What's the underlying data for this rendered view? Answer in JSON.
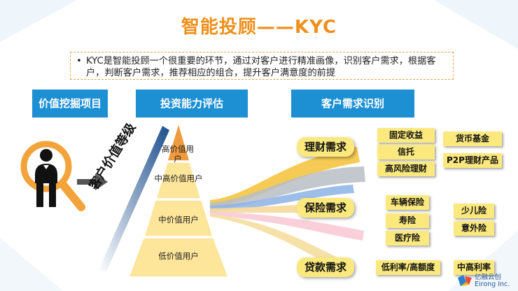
{
  "title": "智能投顾——KYC",
  "description": {
    "bullet": "•",
    "text": "KYC是智能投顾一个很重要的环节，通过对客户进行精准画像，识别客户需求，根据客户，判断客户需求，推荐相应的组合，提升客户满意度的前提"
  },
  "headers": [
    "价值挖掘项目",
    "投资能力评估",
    "客户需求识别"
  ],
  "pyramid": {
    "axis_label": "客户价值等级",
    "levels": [
      "高价值用户",
      "中高价值用户",
      "中价值用户",
      "低价值用户"
    ]
  },
  "needs": [
    {
      "category": "理财需求",
      "products": [
        "固定收益",
        "货币基金",
        "信托",
        "P2P理财产品",
        "高风险理财"
      ]
    },
    {
      "category": "保险需求",
      "products": [
        "车辆保险",
        "少儿险",
        "寿险",
        "意外险",
        "医疗险"
      ]
    },
    {
      "category": "贷款需求",
      "products": [
        "低利率/高额度",
        "中高利率"
      ]
    }
  ],
  "watermark": "亿融云创 Eirong Inc.",
  "colors": {
    "title": "#f0901c",
    "header": "#1d8fd3",
    "tag": "#fbe97e",
    "pyramid_top": "#f09a3e",
    "pyramid_body": "#fde59a",
    "magnifier": "#f2a33a"
  }
}
